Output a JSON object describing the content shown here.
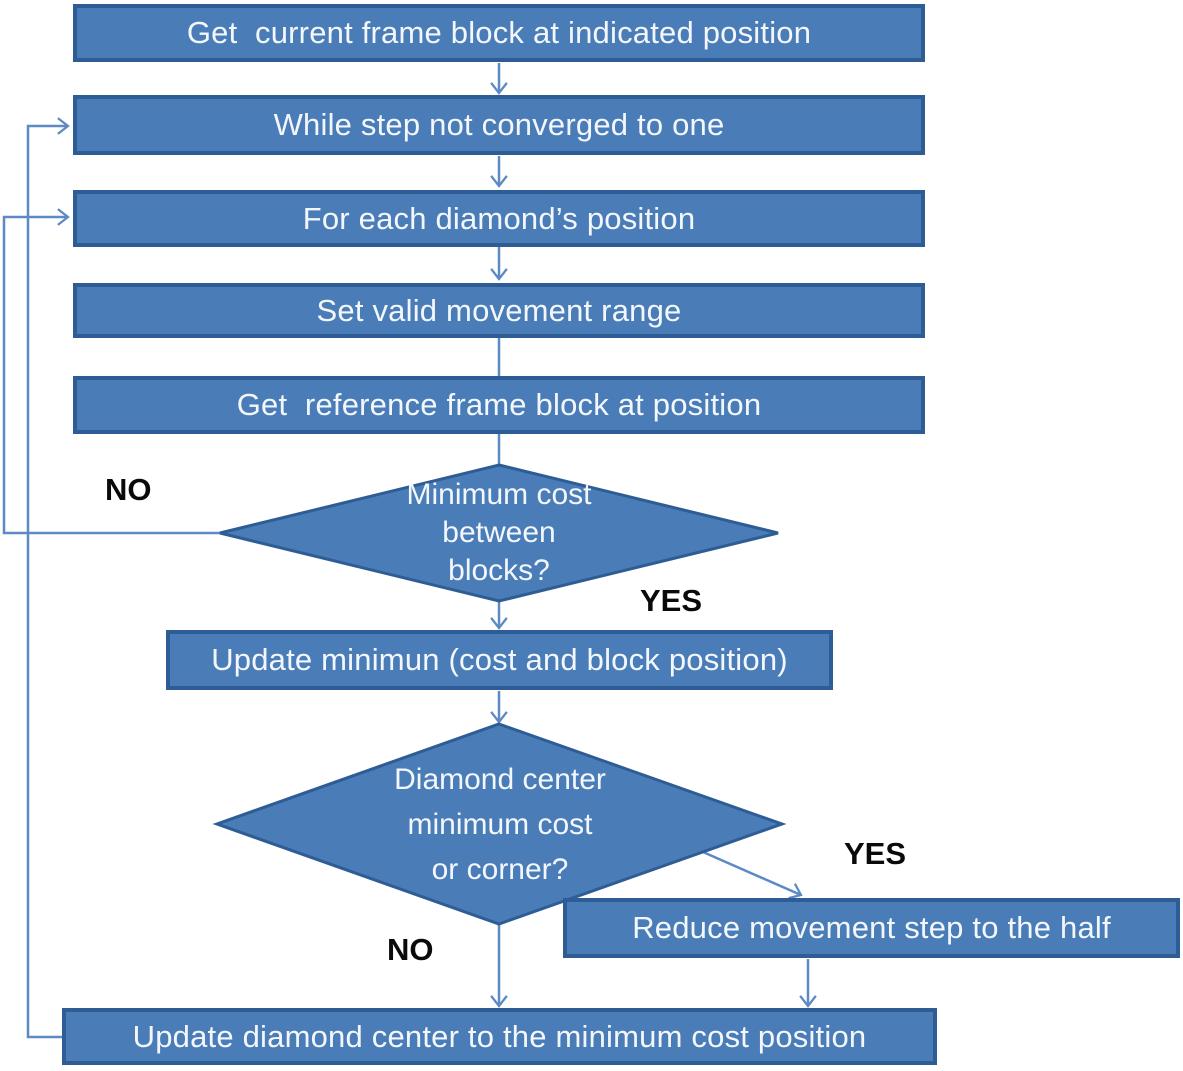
{
  "flowchart": {
    "boxes": [
      {
        "id": "get-current",
        "label": "Get  current frame block at indicated position"
      },
      {
        "id": "while-step",
        "label": "While step not converged to one"
      },
      {
        "id": "for-each",
        "label": "For each diamond’s position"
      },
      {
        "id": "set-range",
        "label": "Set valid movement range"
      },
      {
        "id": "get-reference",
        "label": "Get  reference frame block at position"
      },
      {
        "id": "update-minimum",
        "label": "Update minimun (cost and block position)"
      },
      {
        "id": "reduce-step",
        "label": "Reduce movement step to the half"
      },
      {
        "id": "update-center",
        "label": "Update diamond center to the minimum cost position"
      }
    ],
    "decisions": [
      {
        "id": "min-cost-between-blocks",
        "label": "Minimum cost\nbetween\nblocks?"
      },
      {
        "id": "center-or-corner",
        "label": "Diamond center\nminimum cost\nor corner?"
      }
    ],
    "edge_labels": {
      "no_min_cost": "NO",
      "yes_min_cost": "YES",
      "yes_center": "YES",
      "no_center": "NO"
    },
    "colors": {
      "background": "#ffffff",
      "shape_fill": "#4a7db8",
      "shape_border": "#2e5c94",
      "connector": "#5d89c4",
      "shape_text": "#f3f7fb",
      "label_text": "#0a0a0a"
    }
  }
}
